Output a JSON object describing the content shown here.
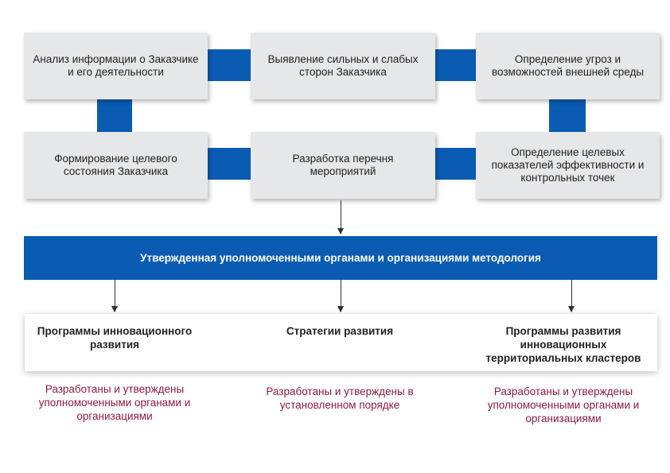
{
  "steps": [
    {
      "text": "Анализ информации о Заказчике и его деятельности"
    },
    {
      "text": "Выявление сильных и слабых сторон Заказчика"
    },
    {
      "text": "Определение угроз и возможностей внешней среды"
    },
    {
      "text": "Формирование целевого состояния Заказчика"
    },
    {
      "text": "Разработка перечня мероприятий"
    },
    {
      "text": "Определение целевых показателей эффективности и контрольных точек"
    }
  ],
  "methodology": "Утвержденная уполномоченными органами и организациями методология",
  "programs": [
    {
      "title": "Программы инновационного развития",
      "note": "Разработаны и утверждены уполномоченными органами и организациями"
    },
    {
      "title": "Стратегии развития",
      "note": "Разработаны и утверждены в установленном порядке"
    },
    {
      "title": "Программы развития инновационных территориальных кластеров",
      "note": "Разработаны и утверждены уполномоченными органами и организациями"
    }
  ],
  "colors": {
    "accent": "#0a5cb2",
    "box": "#e6e7e8",
    "note": "#8b1b3b"
  }
}
